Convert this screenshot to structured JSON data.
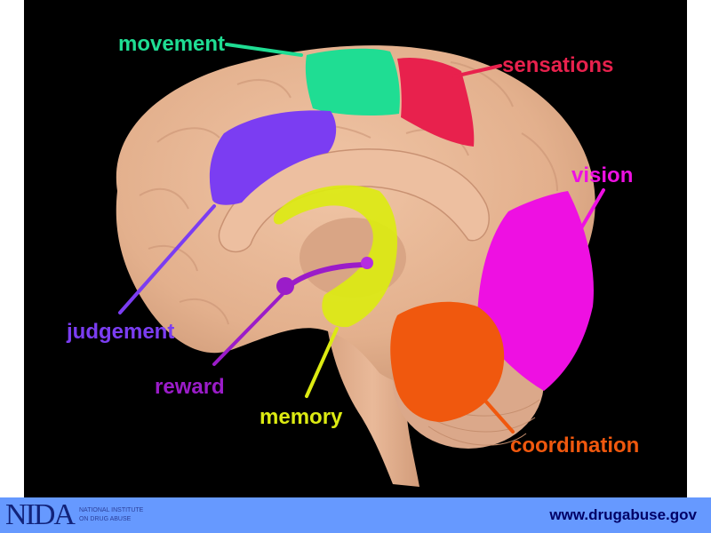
{
  "labels": {
    "movement": "movement",
    "sensations": "sensations",
    "vision": "vision",
    "judgement": "judgement",
    "reward": "reward",
    "memory": "memory",
    "coordination": "coordination"
  },
  "regions": [
    {
      "id": "movement",
      "color": "#1fdd93"
    },
    {
      "id": "sensations",
      "color": "#e8214d"
    },
    {
      "id": "vision",
      "color": "#ee10e2"
    },
    {
      "id": "judgement",
      "color": "#7b3df2"
    },
    {
      "id": "reward",
      "color": "#9b1cc9"
    },
    {
      "id": "memory",
      "color": "#dcea12"
    },
    {
      "id": "coordination",
      "color": "#f0580e"
    }
  ],
  "footer": {
    "logo_text": "NIDA",
    "logo_tagline_line1": "NATIONAL INSTITUTE",
    "logo_tagline_line2": "ON DRUG ABUSE",
    "url": "www.drugabuse.gov"
  },
  "colors": {
    "background": "#000000",
    "brain_tissue": "#e7b795",
    "footer_bar": "#6699ff"
  }
}
